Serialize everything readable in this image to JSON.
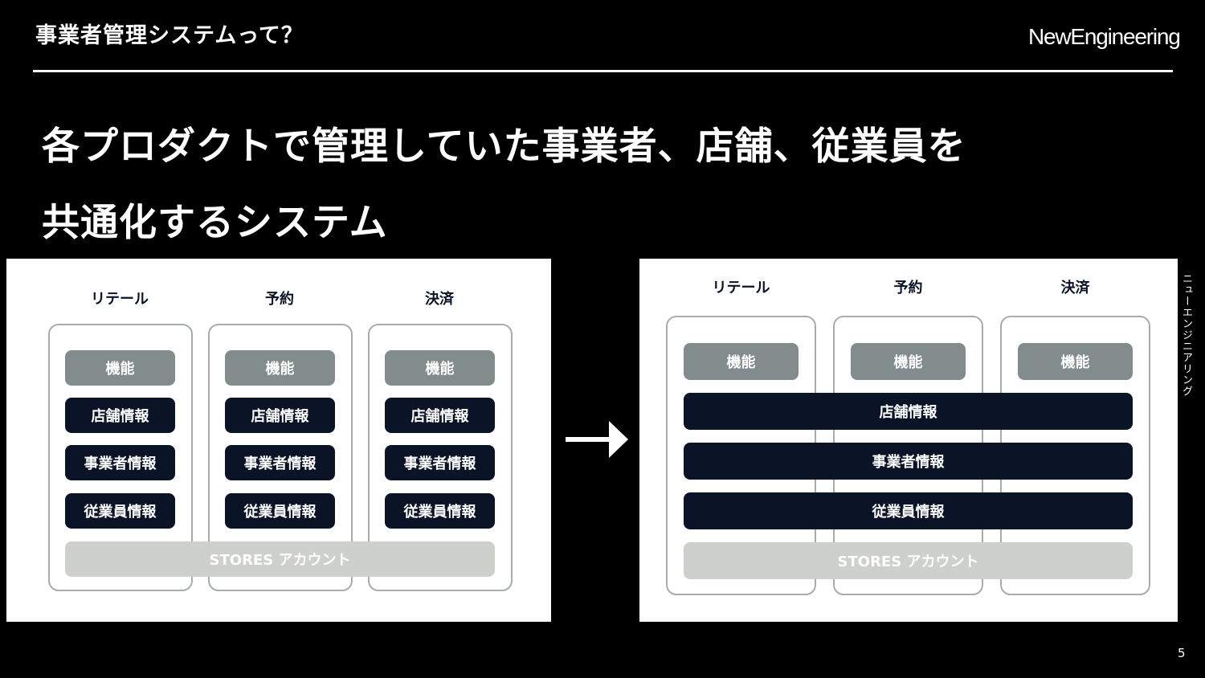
{
  "header": {
    "section_title": "事業者管理システムって？",
    "brand": "NewEngineering"
  },
  "headline": {
    "line1": "各プロダクトで管理していた事業者、店舗、従業員を",
    "line2": "共通化するシステム"
  },
  "diagram": {
    "columns": [
      "リテール",
      "予約",
      "決済"
    ],
    "function_label": "機能",
    "shop_info_label": "店舗情報",
    "business_info_label": "事業者情報",
    "employee_info_label": "従業員情報",
    "account_label": "STORES アカウント"
  },
  "side_text": "ニューエンジニアリング",
  "page_number": "5",
  "colors": {
    "background": "#000000",
    "navy": "#0b1326",
    "gray": "#838c8c",
    "light_gray": "#cdd0cb",
    "border": "#a5adb1"
  }
}
